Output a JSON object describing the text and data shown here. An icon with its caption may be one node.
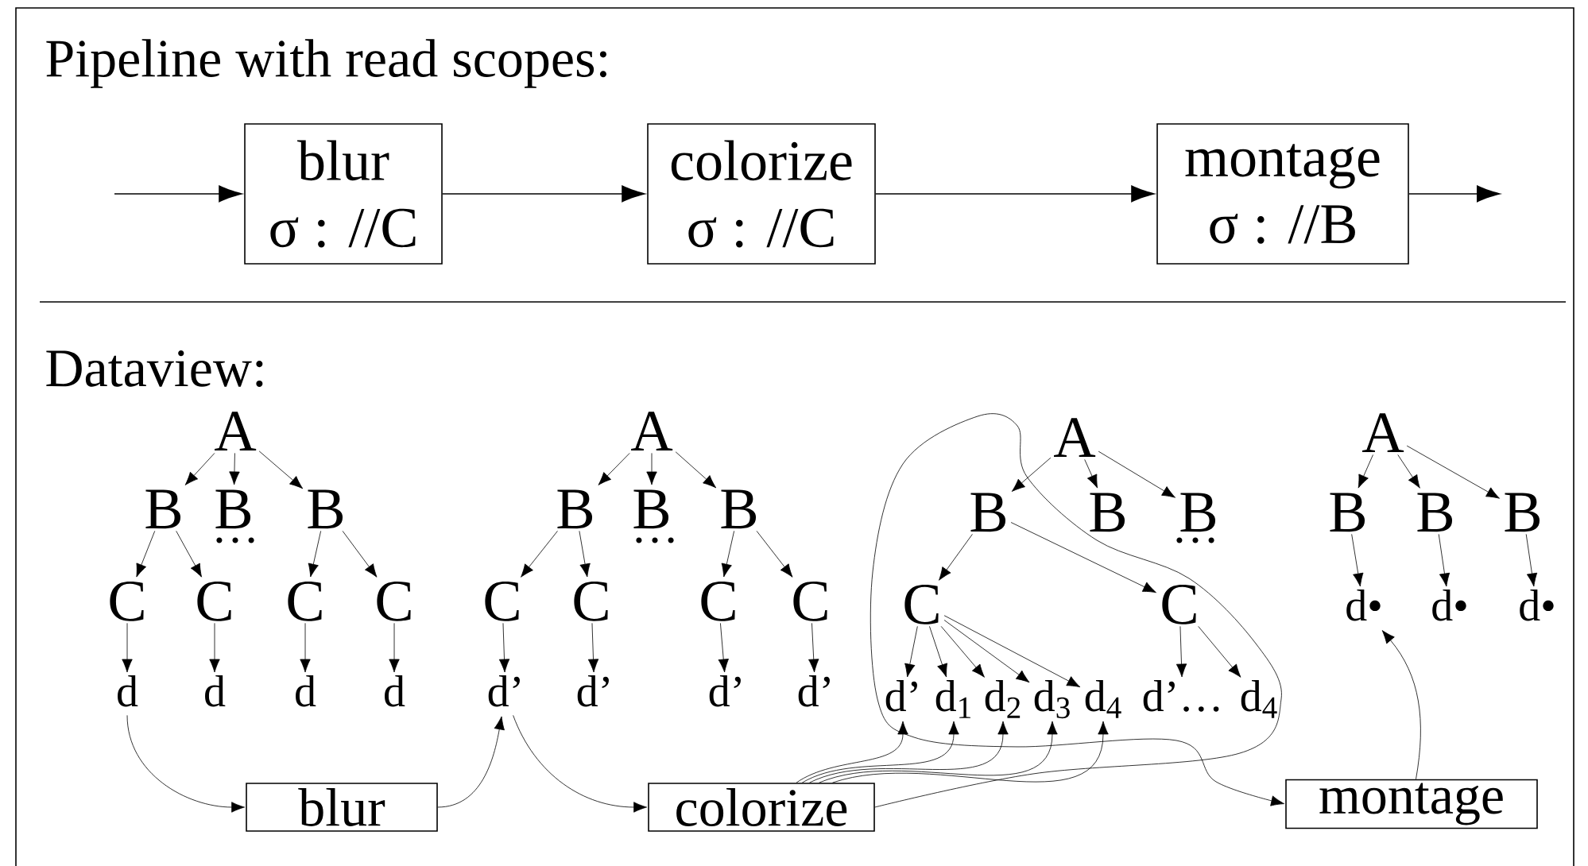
{
  "diagram": {
    "nodes": [
      {
        "text": [
          "blur",
          "σ : //C"
        ]
      },
      {
        "text": [
          "colorize",
          "σ : //C"
        ]
      },
      {
        "text": [
          "montage",
          "σ : //B"
        ]
      },
      {
        "text": [
          "A"
        ]
      },
      {
        "text": [
          "B"
        ]
      },
      {
        "text": [
          "B"
        ]
      },
      {
        "text": [
          "B"
        ]
      },
      {
        "text": [
          "C"
        ]
      },
      {
        "text": [
          "C"
        ]
      },
      {
        "text": [
          "C"
        ]
      },
      {
        "text": [
          "C"
        ]
      },
      {
        "text": [
          "d"
        ]
      },
      {
        "text": [
          "d"
        ]
      },
      {
        "text": [
          "d"
        ]
      },
      {
        "text": [
          "d"
        ]
      },
      {
        "text": [
          "blur"
        ]
      },
      {
        "text": [
          "A"
        ]
      },
      {
        "text": [
          "B"
        ]
      },
      {
        "text": [
          "B"
        ]
      },
      {
        "text": [
          "B"
        ]
      },
      {
        "text": [
          "C"
        ]
      },
      {
        "text": [
          "C"
        ]
      },
      {
        "text": [
          "C"
        ]
      },
      {
        "text": [
          "C"
        ]
      },
      {
        "text": [
          "d’"
        ]
      },
      {
        "text": [
          "d’"
        ]
      },
      {
        "text": [
          "d’"
        ]
      },
      {
        "text": [
          "d’"
        ]
      },
      {
        "text": [
          "colorize"
        ]
      },
      {
        "text": [
          "A"
        ]
      },
      {
        "text": [
          "B"
        ]
      },
      {
        "text": [
          "B"
        ]
      },
      {
        "text": [
          "B"
        ]
      },
      {
        "text": [
          "C"
        ]
      },
      {
        "text": [
          "C"
        ]
      },
      {
        "text": [
          "d’"
        ]
      },
      {
        "text": [
          "d$_{1}$"
        ]
      },
      {
        "text": [
          "d$_{2}$"
        ]
      },
      {
        "text": [
          "d$_{3}$"
        ]
      },
      {
        "text": [
          "d$_{4}$"
        ]
      },
      {
        "text": [
          "d’…"
        ]
      },
      {
        "text": [
          "d$_{4}$"
        ]
      },
      {
        "text": [
          "montage"
        ]
      },
      {
        "text": [
          "A"
        ]
      },
      {
        "text": [
          "B"
        ]
      },
      {
        "text": [
          "B"
        ]
      },
      {
        "text": [
          "B"
        ]
      },
      {
        "text": [
          "d•"
        ]
      },
      {
        "text": [
          "d•"
        ]
      },
      {
        "text": [
          "d•"
        ]
      }
    ],
    "edges": [
      {
        "from": null,
        "to": 0,
        "arrow": "to"
      },
      {
        "from": 0,
        "to": 1,
        "arrow": "to"
      },
      {
        "from": 1,
        "to": 2,
        "arrow": "to"
      },
      {
        "from": 2,
        "to": null,
        "arrow": "to"
      },
      {
        "from": 3,
        "to": 4,
        "arrow": "to"
      },
      {
        "from": 3,
        "to": 5,
        "arrow": "to"
      },
      {
        "from": 3,
        "to": 6,
        "arrow": "to"
      },
      {
        "from": 4,
        "to": 7,
        "arrow": "to"
      },
      {
        "from": 4,
        "to": 8,
        "arrow": "to"
      },
      {
        "from": 6,
        "to": 9,
        "arrow": "to"
      },
      {
        "from": 6,
        "to": 10,
        "arrow": "to"
      },
      {
        "from": 7,
        "to": 11,
        "arrow": "to"
      },
      {
        "from": 8,
        "to": 12,
        "arrow": "to"
      },
      {
        "from": 9,
        "to": 13,
        "arrow": "to"
      },
      {
        "from": 10,
        "to": 14,
        "arrow": "to"
      },
      {
        "from": 11,
        "to": 15,
        "arrow": "to"
      },
      {
        "from": 15,
        "to": 24,
        "arrow": "to"
      },
      {
        "from": 16,
        "to": 17,
        "arrow": "to"
      },
      {
        "from": 16,
        "to": 18,
        "arrow": "to"
      },
      {
        "from": 16,
        "to": 19,
        "arrow": "to"
      },
      {
        "from": 17,
        "to": 20,
        "arrow": "to"
      },
      {
        "from": 17,
        "to": 21,
        "arrow": "to"
      },
      {
        "from": 19,
        "to": 22,
        "arrow": "to"
      },
      {
        "from": 19,
        "to": 23,
        "arrow": "to"
      },
      {
        "from": 20,
        "to": 24,
        "arrow": "to"
      },
      {
        "from": 21,
        "to": 25,
        "arrow": "to"
      },
      {
        "from": 22,
        "to": 26,
        "arrow": "to"
      },
      {
        "from": 23,
        "to": 27,
        "arrow": "to"
      },
      {
        "from": 24,
        "to": 28,
        "arrow": "to"
      },
      {
        "from": 29,
        "to": 30,
        "arrow": "to"
      },
      {
        "from": 29,
        "to": 31,
        "arrow": "to"
      },
      {
        "from": 29,
        "to": 32,
        "arrow": "to"
      },
      {
        "from": 30,
        "to": 33,
        "arrow": "to"
      },
      {
        "from": 30,
        "to": 34,
        "arrow": "to"
      },
      {
        "from": 33,
        "to": 35,
        "arrow": "to"
      },
      {
        "from": 33,
        "to": 36,
        "arrow": "to"
      },
      {
        "from": 33,
        "to": 37,
        "arrow": "to"
      },
      {
        "from": 33,
        "to": 38,
        "arrow": "to"
      },
      {
        "from": 33,
        "to": 39,
        "arrow": "to"
      },
      {
        "from": 34,
        "to": 40,
        "arrow": "to"
      },
      {
        "from": 34,
        "to": 41,
        "arrow": "to"
      },
      {
        "from": 28,
        "to": 35,
        "arrow": "to"
      },
      {
        "from": 28,
        "to": 36,
        "arrow": "to"
      },
      {
        "from": 28,
        "to": 37,
        "arrow": "to"
      },
      {
        "from": 28,
        "to": 38,
        "arrow": "to"
      },
      {
        "from": 28,
        "to": 39,
        "arrow": "to"
      },
      {
        "from": 28,
        "to": 42,
        "arrow": "to"
      },
      {
        "from": 43,
        "to": 44,
        "arrow": "to"
      },
      {
        "from": 43,
        "to": 45,
        "arrow": "to"
      },
      {
        "from": 43,
        "to": 46,
        "arrow": "to"
      },
      {
        "from": 44,
        "to": 47,
        "arrow": "to"
      },
      {
        "from": 45,
        "to": 48,
        "arrow": "to"
      },
      {
        "from": 46,
        "to": 49,
        "arrow": "to"
      },
      {
        "from": 42,
        "to": 47,
        "arrow": "to"
      }
    ],
    "labels": [
      "Pipeline with read scopes:",
      "Dataview:",
      "…",
      "…",
      "…"
    ]
  }
}
